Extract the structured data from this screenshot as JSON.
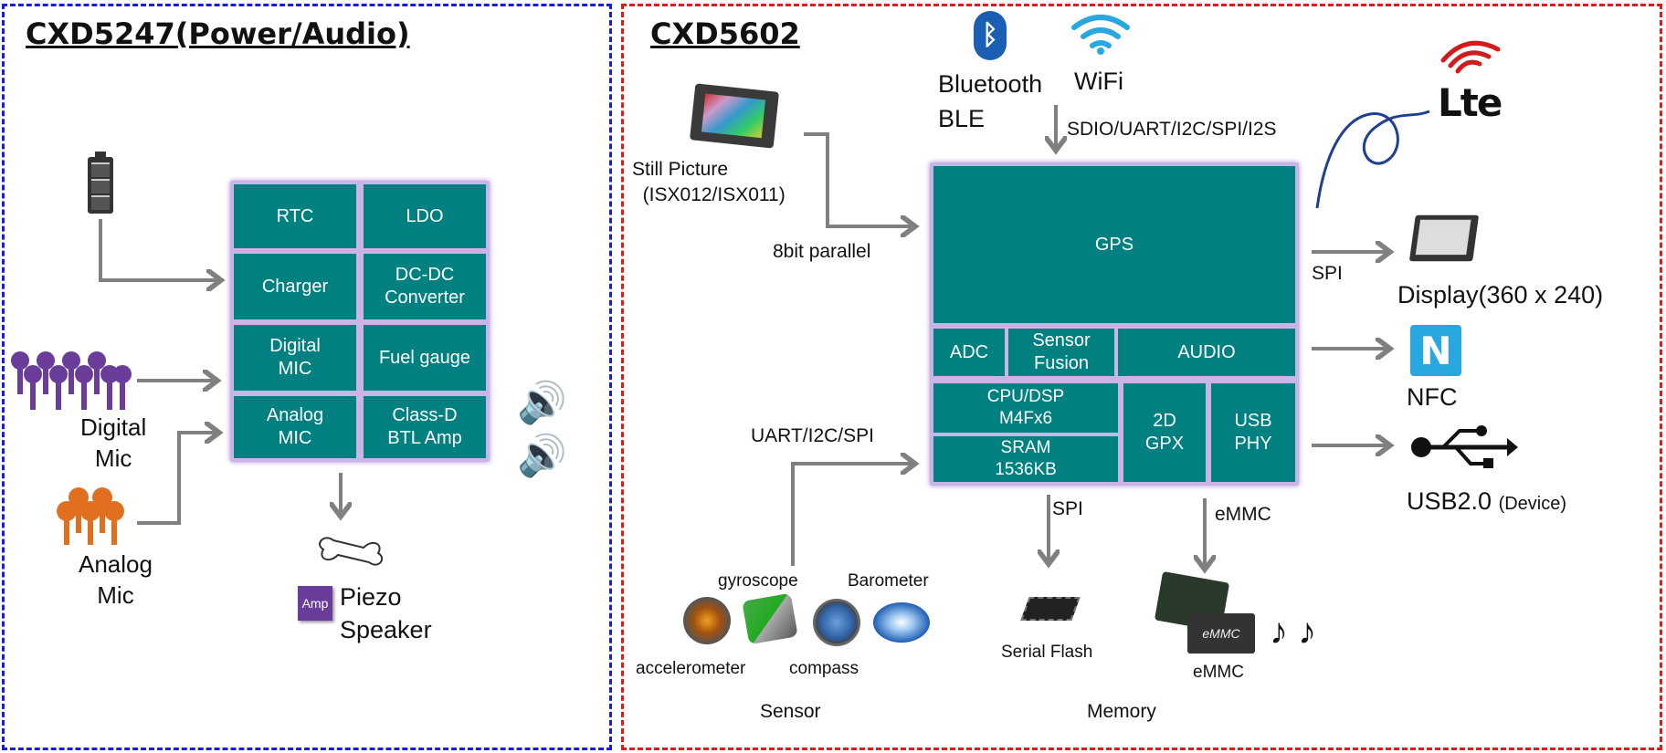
{
  "left_panel": {
    "title": "CXD5247(Power/Audio)",
    "border_color": "#1a1adc",
    "cells": {
      "rtc": "RTC",
      "ldo": "LDO",
      "charger": "Charger",
      "dcdc": "DC-DC\nConverter",
      "digital_mic": "Digital\nMIC",
      "fuel_gauge": "Fuel gauge",
      "analog_mic": "Analog\nMIC",
      "classd": "Class-D\nBTL Amp"
    },
    "labels": {
      "digital_mic": "Digital\nMic",
      "analog_mic": "Analog\nMic",
      "piezo": "Piezo\nSpeaker",
      "amp_badge": "Amp"
    }
  },
  "right_panel": {
    "title": "CXD5602",
    "border_color": "#e01a1a",
    "cells": {
      "gps": "GPS",
      "adc": "ADC",
      "sensor_fusion": "Sensor\nFusion",
      "audio": "AUDIO",
      "cpu": "CPU/DSP\nM4Fx6",
      "sram": "SRAM\n1536KB",
      "gpx": "2D\nGPX",
      "usb_phy": "USB\nPHY"
    },
    "labels": {
      "bluetooth": "Bluetooth\nBLE",
      "wifi": "WiFi",
      "sdio": "SDIO/UART/I2C/SPI/I2S",
      "still_picture": "Still Picture\n  (ISX012/ISX011)",
      "parallel": "8bit parallel",
      "uart": "UART/I2C/SPI",
      "spi_display": "SPI",
      "display": "Display(360 x 240)",
      "nfc": "NFC",
      "usb_main": "USB2.0",
      "usb_sub": "(Device)",
      "spi_flash": "SPI",
      "emmc_bus": "eMMC",
      "gyroscope": "gyroscope",
      "barometer": "Barometer",
      "accelerometer": "accelerometer",
      "compass": "compass",
      "sensor": "Sensor",
      "serial_flash": "Serial Flash",
      "emmc": "eMMC",
      "memory": "Memory",
      "lte": "Lte",
      "emmc_chip": "eMMC",
      "notes": "♪ ♪"
    }
  },
  "colors": {
    "block": "#008080",
    "arrow": "#808080",
    "mic_digital": "#6a3d9a",
    "mic_analog": "#e07020",
    "antenna": "#1f3f8f"
  }
}
